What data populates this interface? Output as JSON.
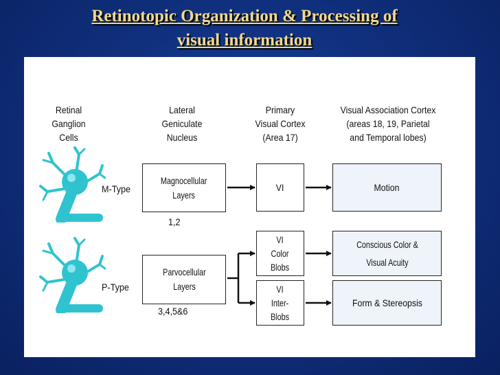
{
  "slide": {
    "title_line1": "Retinotopic Organization & Processing of",
    "title_line2": "visual information"
  },
  "headers": {
    "retinal": [
      "Retinal",
      "Ganglion",
      "Cells"
    ],
    "lgn": [
      "Lateral",
      "Geniculate",
      "Nucleus"
    ],
    "v1": [
      "Primary",
      "Visual Cortex",
      "(Area 17)"
    ],
    "assoc": [
      "Visual Association Cortex",
      "(areas  18, 19, Parietal",
      "and Temporal lobes)"
    ]
  },
  "cells": {
    "m_type": "M-Type",
    "p_type": "P-Type"
  },
  "lgn_boxes": {
    "magno": [
      "Magnocellular",
      "Layers"
    ],
    "magno_layers": "1,2",
    "parvo": [
      "Parvocellular",
      "Layers"
    ],
    "parvo_layers": "3,4,5&6"
  },
  "v1_boxes": {
    "vi": "VI",
    "color_blobs": [
      "VI",
      "Color",
      "Blobs"
    ],
    "interblobs": [
      "VI",
      "Inter-",
      "Blobs"
    ]
  },
  "assoc_boxes": {
    "motion": "Motion",
    "color_acuity": [
      "Conscious Color &",
      "Visual Acuity"
    ],
    "form": "Form & Stereopsis"
  },
  "colors": {
    "title": "#f2d98a",
    "background": "#10307e",
    "cell": "#2fc3cf",
    "box_fill": "#eef4fa"
  }
}
